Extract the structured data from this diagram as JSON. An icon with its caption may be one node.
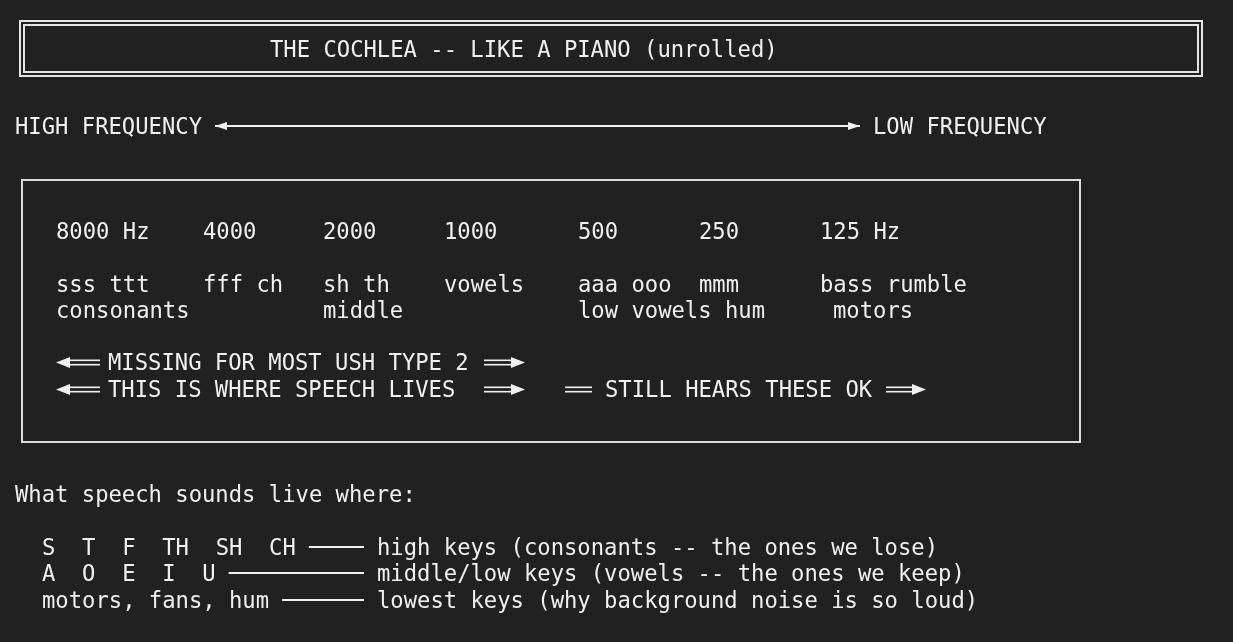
{
  "diagram": {
    "title": "THE COCHLEA -- LIKE A PIANO (unrolled)",
    "nodes": [
      {
        "text": [
          "HIGH FREQUENCY"
        ]
      },
      {
        "text": [
          "LOW FREQUENCY"
        ]
      },
      {
        "text": [
          "8000 Hz",
          "4000",
          "2000",
          "1000",
          "500",
          "250",
          "125 Hz",
          "sss ttt",
          "fff ch",
          "sh th",
          "vowels",
          "aaa ooo",
          "mmm",
          "bass rumble",
          "consonants",
          "middle",
          "low vowels hum",
          "motors",
          "MISSING FOR MOST USH TYPE 2",
          "THIS IS WHERE SPEECH LIVES",
          "STILL HEARS THESE OK"
        ]
      },
      {
        "text": [
          "S T F TH SH CH"
        ]
      },
      {
        "text": [
          "high keys (consonants -- the ones we lose)"
        ]
      },
      {
        "text": [
          "A O E I U"
        ]
      },
      {
        "text": [
          "middle/low keys (vowels -- the ones we keep)"
        ]
      },
      {
        "text": [
          "motors, fans, hum"
        ]
      },
      {
        "text": [
          "lowest keys (why background noise is so loud)"
        ]
      }
    ],
    "edges": [
      {
        "from": 0,
        "to": 1,
        "arrow": "both"
      },
      {
        "from": 3,
        "to": 4,
        "arrow": "none"
      },
      {
        "from": 5,
        "to": 6,
        "arrow": "none"
      },
      {
        "from": 7,
        "to": 8,
        "arrow": "none"
      }
    ],
    "labels": [
      "What speech sounds live where:"
    ]
  }
}
